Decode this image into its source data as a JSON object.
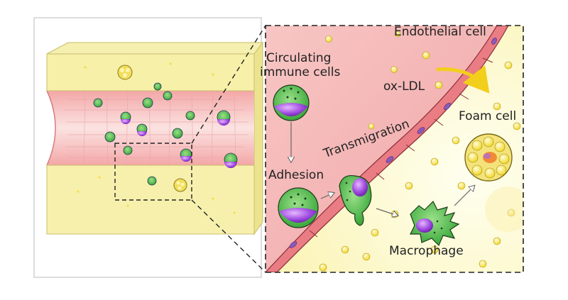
{
  "labels": {
    "circulating": [
      "Circulating",
      "immune cells"
    ],
    "endothelial": "Endothelial cell",
    "ox_ldl": "ox-LDL",
    "foam_cell": "Foam cell",
    "adhesion": "Adhesion",
    "transmigration": "Transmigration",
    "macrophage": "Macrophage"
  },
  "colors": {
    "frame": "#222222",
    "vessel_wall": "#f7efa8",
    "lumen": "#f3b8b6",
    "endothelium": "#e8707a",
    "cell_body": "#4fc24c",
    "nucleus": "#8a36c8",
    "ldl": "#f5e13a",
    "arrow_yellow": "#f2cf1a",
    "foam_highlight": "#f07a2a"
  },
  "icons": {
    "immune_cell": "immune-cell-icon",
    "ldl_particle": "ldl-particle-icon",
    "foam_cell": "foam-cell-icon",
    "macrophage": "macrophage-icon"
  }
}
